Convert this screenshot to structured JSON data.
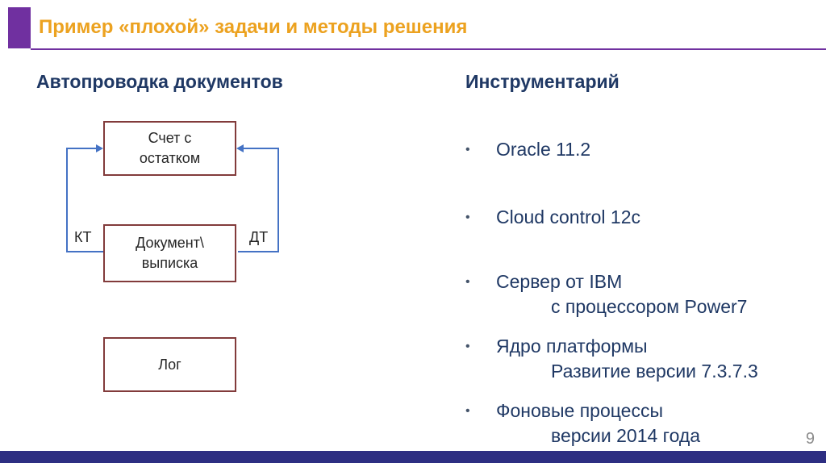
{
  "slide": {
    "title": "Пример «плохой» задачи и методы решения",
    "page_number": "9"
  },
  "icons": {
    "bullet": "•"
  },
  "left": {
    "heading": "Автопроводка документов",
    "diagram": {
      "account_box": {
        "line1": "Счет с",
        "line2": "остатком"
      },
      "document_box": {
        "line1": "Документ\\",
        "line2": "выписка"
      },
      "log_box": {
        "line1": "Лог"
      },
      "label_kt": "КТ",
      "label_dt": "ДТ"
    }
  },
  "right": {
    "heading": "Инструментарий",
    "bullets": [
      {
        "line1": "Oracle 11.2",
        "line2": ""
      },
      {
        "line1": "Cloud control 12c",
        "line2": ""
      },
      {
        "line1": "Сервер от IBM",
        "line2": "с процессором Power7"
      },
      {
        "line1": "Ядро платформы",
        "line2": "Развитие версии 7.3.7.3"
      },
      {
        "line1": "Фоновые процессы",
        "line2": "версии 2014 года"
      }
    ]
  },
  "colors": {
    "accent_purple": "#7030A0",
    "title_gold": "#ECA220",
    "heading_navy": "#1F3864",
    "body_navy": "#1F3864",
    "arrow_blue": "#4472C4",
    "box_border": "#823B3B",
    "box_text": "#262626",
    "footer_navy": "#2D2E82",
    "page_gray": "#8C8C8C"
  }
}
